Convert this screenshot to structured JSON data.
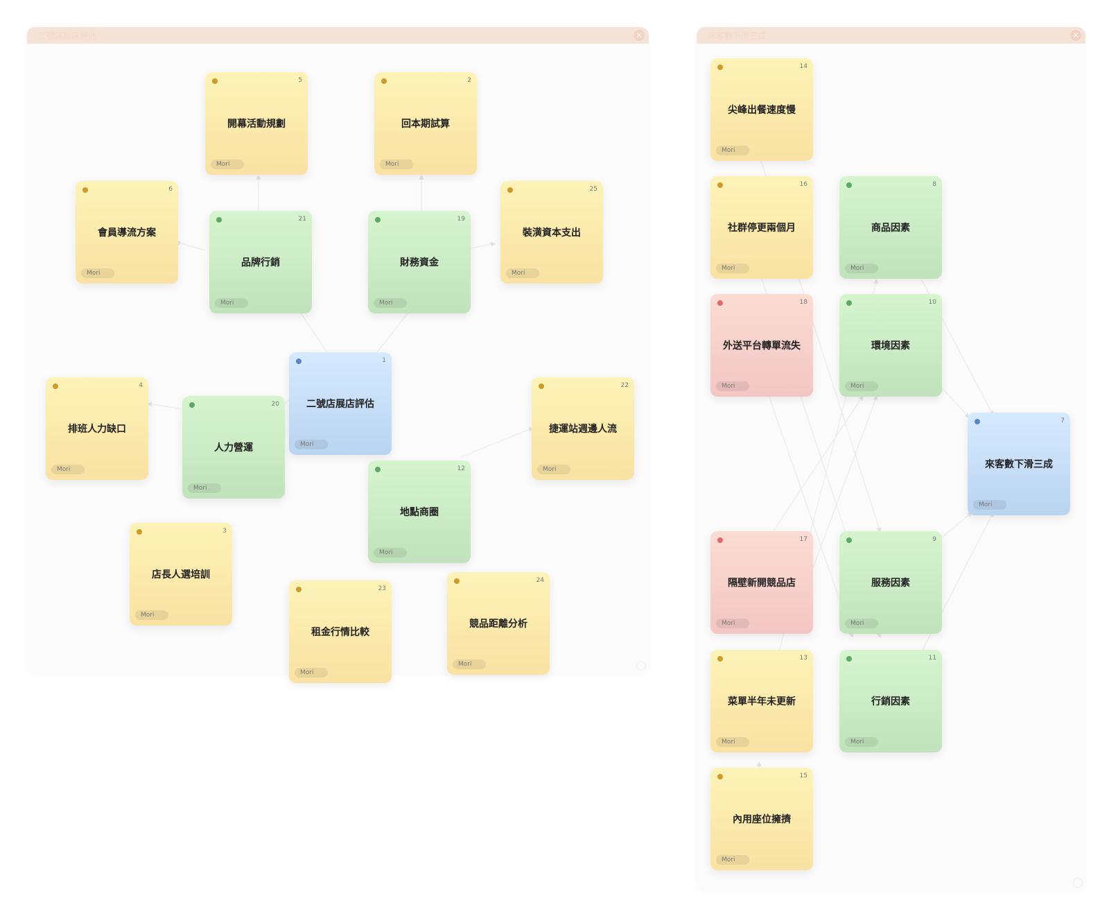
{
  "panels": [
    {
      "id": "left",
      "title": "二號店展店評估",
      "notes": [
        {
          "id": 5,
          "text": "開幕活動規劃",
          "color": "yellow",
          "author": "Mori"
        },
        {
          "id": 2,
          "text": "回本期試算",
          "color": "yellow",
          "author": "Mori"
        },
        {
          "id": 6,
          "text": "會員導流方案",
          "color": "yellow",
          "author": "Mori"
        },
        {
          "id": 21,
          "text": "品牌行銷",
          "color": "green",
          "author": "Mori"
        },
        {
          "id": 19,
          "text": "財務資金",
          "color": "green",
          "author": "Mori"
        },
        {
          "id": 25,
          "text": "裝潢資本支出",
          "color": "yellow",
          "author": "Mori"
        },
        {
          "id": 1,
          "text": "二號店展店評估",
          "color": "blue",
          "author": "Mori"
        },
        {
          "id": 4,
          "text": "排班人力缺口",
          "color": "yellow",
          "author": "Mori"
        },
        {
          "id": 20,
          "text": "人力營運",
          "color": "green",
          "author": "Mori"
        },
        {
          "id": 22,
          "text": "捷運站週邊人流",
          "color": "yellow",
          "author": "Mori"
        },
        {
          "id": 12,
          "text": "地點商圈",
          "color": "green",
          "author": "Mori"
        },
        {
          "id": 3,
          "text": "店長人選培訓",
          "color": "yellow",
          "author": "Mori"
        },
        {
          "id": 23,
          "text": "租金行情比較",
          "color": "yellow",
          "author": "Mori"
        },
        {
          "id": 24,
          "text": "競品距離分析",
          "color": "yellow",
          "author": "Mori"
        }
      ]
    },
    {
      "id": "right",
      "title": "來客數下滑三成",
      "notes": [
        {
          "id": 14,
          "text": "尖峰出餐速度慢",
          "color": "yellow",
          "author": "Mori"
        },
        {
          "id": 16,
          "text": "社群停更兩個月",
          "color": "yellow",
          "author": "Mori"
        },
        {
          "id": 8,
          "text": "商品因素",
          "color": "green",
          "author": "Mori"
        },
        {
          "id": 18,
          "text": "外送平台轉單流失",
          "color": "red",
          "author": "Mori"
        },
        {
          "id": 10,
          "text": "環境因素",
          "color": "green",
          "author": "Mori"
        },
        {
          "id": 7,
          "text": "來客數下滑三成",
          "color": "blue",
          "author": "Mori"
        },
        {
          "id": 17,
          "text": "隔壁新開競品店",
          "color": "red",
          "author": "Mori"
        },
        {
          "id": 9,
          "text": "服務因素",
          "color": "green",
          "author": "Mori"
        },
        {
          "id": 13,
          "text": "菜單半年未更新",
          "color": "yellow",
          "author": "Mori"
        },
        {
          "id": 11,
          "text": "行銷因素",
          "color": "green",
          "author": "Mori"
        },
        {
          "id": 15,
          "text": "內用座位擁擠",
          "color": "yellow",
          "author": "Mori"
        }
      ]
    }
  ],
  "close_symbol": "×"
}
